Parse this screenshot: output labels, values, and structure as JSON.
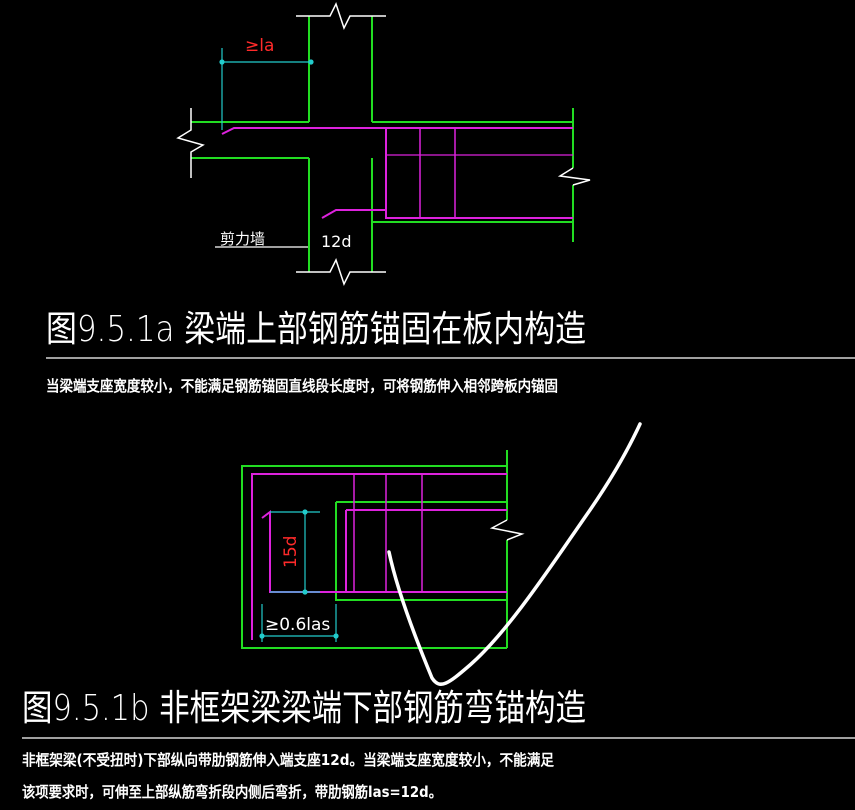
{
  "colors": {
    "background": "#000000",
    "wall_outline": "#22dd22",
    "rebar": "#dd22dd",
    "dimension": "#22cccc",
    "text": "#ffffff",
    "dim_text_red": "#ff2a2a",
    "annotation_stroke": "#ffffff"
  },
  "figure_a": {
    "title": "图9.5.1a 梁端上部钢筋锚固在板内构造",
    "dim_la": "≥la",
    "label_wall": "剪力墙",
    "label_12d": "12d",
    "note": "当梁端支座宽度较小，不能满足钢筋锚固直线段长度时，可将钢筋伸入相邻跨板内锚固"
  },
  "figure_b": {
    "title": "图9.5.1b 非框架梁梁端下部钢筋弯锚构造",
    "dim_15d": "15d",
    "dim_06las": "≥0.6las",
    "note_line1": "非框架梁(不受扭时)下部纵向带肋钢筋伸入端支座12d。当梁端支座宽度较小，不能满足",
    "note_line2": "该项要求时，可伸至上部纵筋弯折段内侧后弯折，带肋钢筋las=12d。"
  }
}
